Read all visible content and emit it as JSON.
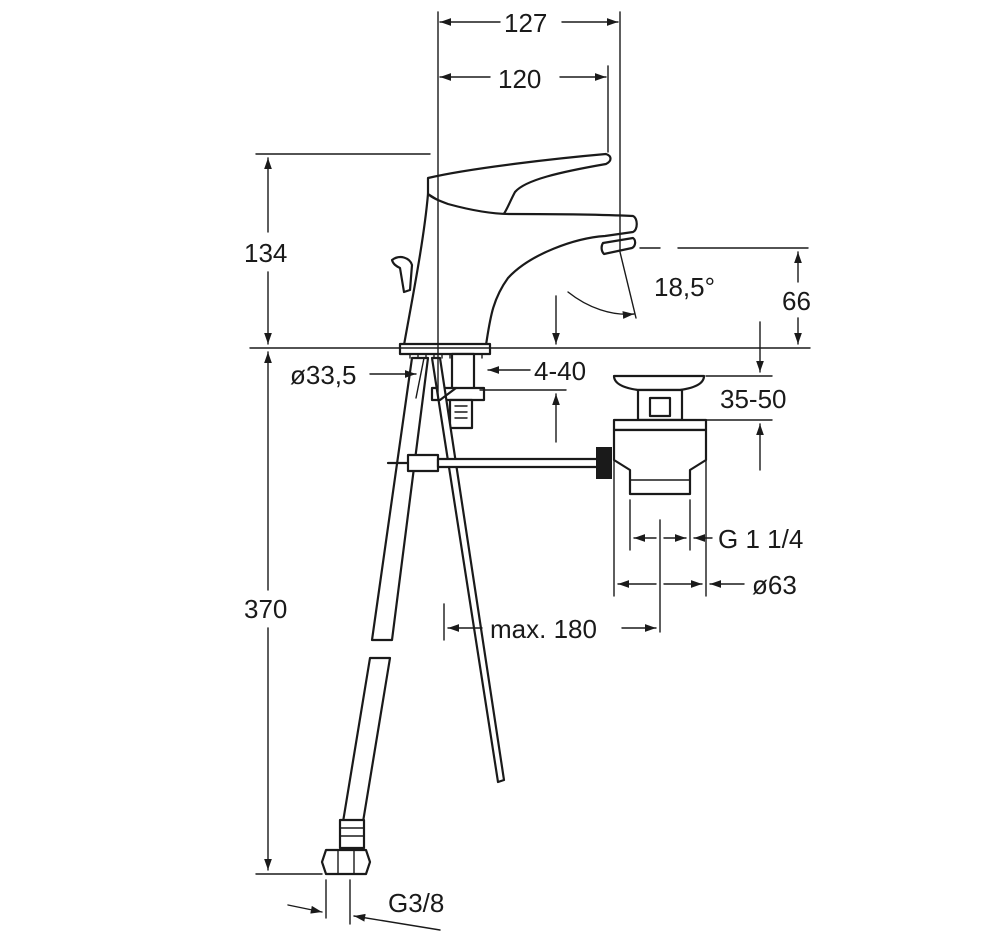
{
  "dimensions": {
    "width_127": "127",
    "width_120": "120",
    "height_134": "134",
    "height_66": "66",
    "angle": "18,5°",
    "diameter_33_5": "ø33,5",
    "range_4_40": "4-40",
    "range_35_50": "35-50",
    "thread_g1_1_4": "G 1 1/4",
    "diameter_63": "ø63",
    "max_180": "max. 180",
    "height_370": "370",
    "thread_g3_8": "G3/8"
  },
  "colors": {
    "line": "#1a1a1a",
    "background": "#ffffff"
  }
}
